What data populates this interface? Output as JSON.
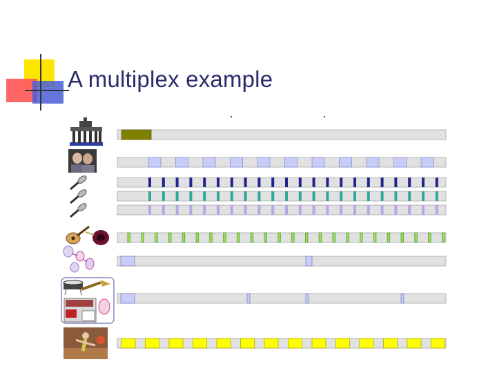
{
  "slide": {
    "title": "A multiplex example"
  },
  "colors": {
    "title": "#2b2b6b",
    "track_fill": "#e1e1e1",
    "track_border": "#a9a9a9",
    "olive": "#808000",
    "light_blue": "#c7cdf8",
    "dark_blue": "#23238e",
    "teal": "#2fa89a",
    "lavender": "#b6a7e9",
    "green": "#9ae05a",
    "yellow": "#ffff00"
  },
  "icons": [
    "building-icon",
    "people-photo-icon",
    "microphone-icon",
    "microphone-icon",
    "microphone-icon",
    "guitar-icon",
    "horn-icon",
    "music-notes-icon",
    "drum-icon",
    "trumpet-icon",
    "tv-news-icon",
    "dancer-photo-icon"
  ],
  "tracks": [
    {
      "name": "video-building-track",
      "color": "olive",
      "pattern": "single-start"
    },
    {
      "name": "video-people-track",
      "color": "light_blue",
      "pattern": "periodic-wide"
    },
    {
      "name": "audio-mic-1-track",
      "color": "dark_blue",
      "pattern": "periodic-narrow"
    },
    {
      "name": "audio-mic-2-track",
      "color": "teal",
      "pattern": "periodic-narrow"
    },
    {
      "name": "audio-mic-3-track",
      "color": "lavender",
      "pattern": "periodic-narrow"
    },
    {
      "name": "audio-instrument-track",
      "color": "green",
      "pattern": "periodic-narrow"
    },
    {
      "name": "data-notes-track",
      "color": "light_blue",
      "pattern": "sparse"
    },
    {
      "name": "data-drum-track",
      "color": "light_blue",
      "pattern": "sparse"
    },
    {
      "name": "video-dancer-track",
      "color": "yellow",
      "pattern": "periodic-wide"
    }
  ]
}
